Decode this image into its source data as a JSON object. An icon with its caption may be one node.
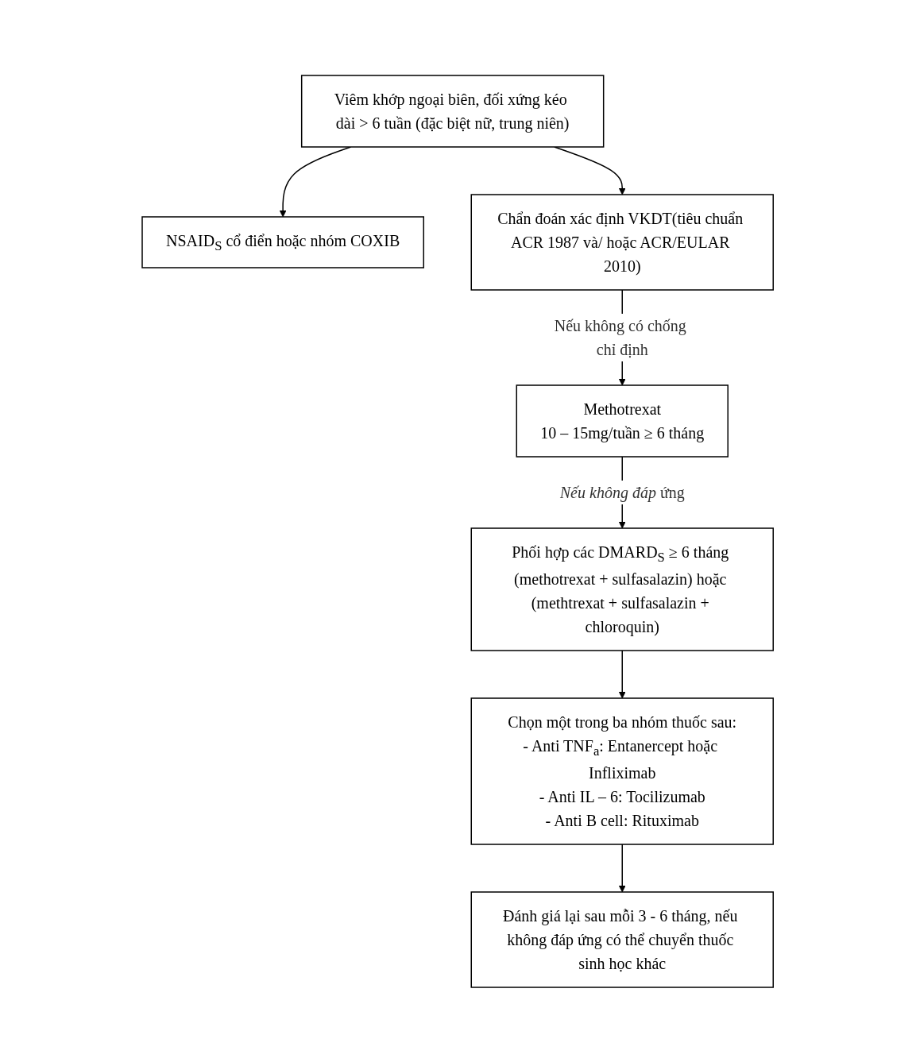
{
  "diagram": {
    "nodes": [
      {
        "text": [
          "Viêm khớp ngoại biên, đối xứng kéo dài > 6 tuần (đặc biệt nữ, trung niên)"
        ]
      },
      {
        "text": [
          "NSAID$_{S}$ cổ điển hoặc nhóm COXIB"
        ]
      },
      {
        "text": [
          "Chẩn đoán xác định VKDT(tiêu chuẩn ACR 1987 và/ hoặc ACR/EULAR 2010)"
        ]
      },
      {
        "text": [
          "Methotrexat",
          "10 – 15mg/tuần ≥ 6 tháng"
        ]
      },
      {
        "text": [
          "Phối hợp các DMARD$_{S}$ ≥ 6 tháng (methotrexat + sulfasalazin) hoặc (methtrexat + sulfasalazin + chloroquin)"
        ]
      },
      {
        "text": [
          "Chọn một trong ba nhóm thuốc sau:",
          "- Anti TNF$_{a}$: Entanercept hoặc Infliximab",
          "- Anti IL – 6: Tocilizumab",
          "- Anti B cell: Rituximab"
        ]
      },
      {
        "text": [
          "Đánh giá lại sau mỗi 3 - 6 tháng, nếu không đáp ứng có thể chuyển thuốc sinh học khác"
        ]
      }
    ],
    "edges": [
      {
        "from": 0,
        "to": 1,
        "arrow": "to"
      },
      {
        "from": 0,
        "to": 2,
        "arrow": "to"
      },
      {
        "from": 2,
        "to": 3,
        "arrow": "to",
        "label": "Nếu không có chống chỉ định"
      },
      {
        "from": 3,
        "to": 4,
        "arrow": "to",
        "label": "*Nếu không đáp* ứng"
      },
      {
        "from": 4,
        "to": 5,
        "arrow": "to"
      },
      {
        "from": 5,
        "to": 6,
        "arrow": "to"
      }
    ]
  }
}
